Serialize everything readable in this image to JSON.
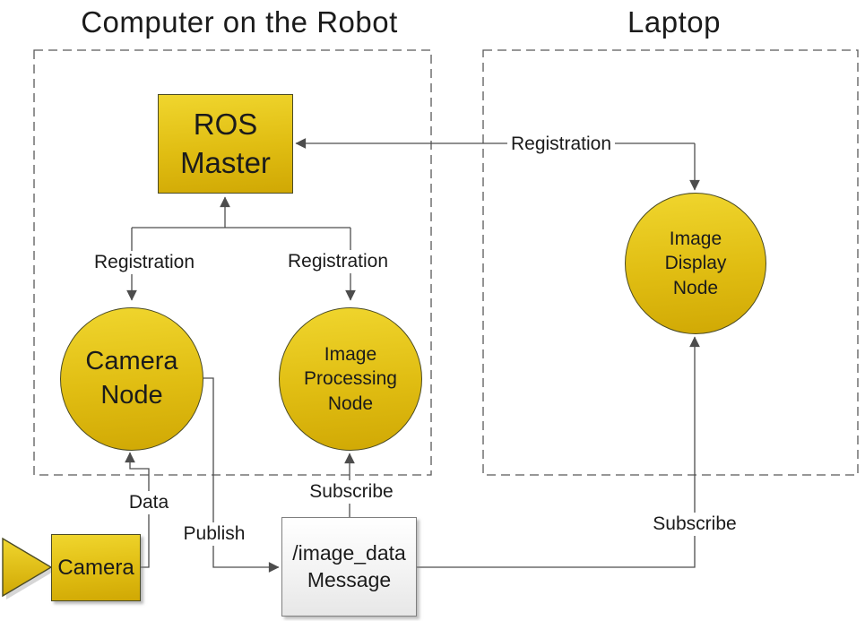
{
  "diagram": {
    "titles": {
      "robot": "Computer on the Robot",
      "laptop": "Laptop"
    },
    "nodes": {
      "ros_master": "ROS\nMaster",
      "camera_node": "Camera\nNode",
      "image_processing_node": "Image\nProcessing\nNode",
      "image_display_node": "Image\nDisplay\nNode",
      "camera_hw": "Camera",
      "image_data_message": "/image_data\nMessage"
    },
    "edge_labels": {
      "registration_display": "Registration",
      "registration_camera": "Registration",
      "registration_processing": "Registration",
      "data": "Data",
      "publish": "Publish",
      "subscribe_processing": "Subscribe",
      "subscribe_display": "Subscribe"
    },
    "colors": {
      "node_fill_top": "#f0d62e",
      "node_fill_bottom": "#d0a804",
      "node_border": "#4b4b25",
      "line": "#4d4d4d",
      "boundary_dash": "#595959",
      "message_border": "#7f7f7f",
      "text": "#1b1b1b",
      "background": "#ffffff"
    }
  }
}
